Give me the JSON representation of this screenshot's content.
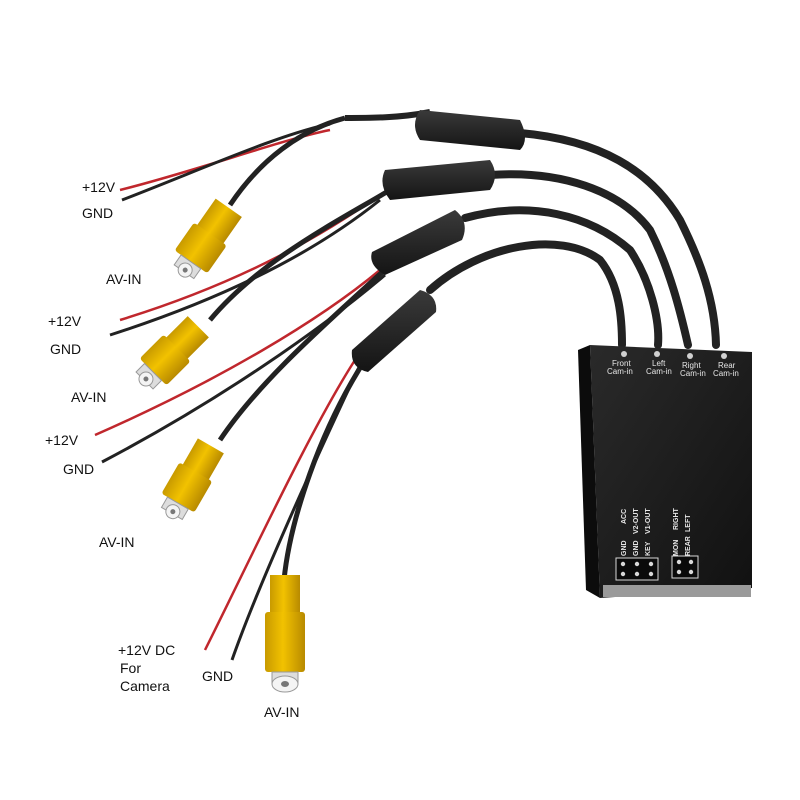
{
  "labels": {
    "c1": {
      "v12": "+12V",
      "gnd": "GND",
      "avin": "AV-IN"
    },
    "c2": {
      "v12": "+12V",
      "gnd": "GND",
      "avin": "AV-IN"
    },
    "c3": {
      "v12": "+12V",
      "gnd": "GND",
      "avin": "AV-IN"
    },
    "c4": {
      "v12_line1": "+12V DC",
      "v12_line2": "For",
      "v12_line3": "Camera",
      "gnd": "GND",
      "avin": "AV-IN"
    }
  },
  "box": {
    "inputs": [
      {
        "line1": "Front",
        "line2": "Cam-in"
      },
      {
        "line1": "Left",
        "line2": "Cam-in"
      },
      {
        "line1": "Right",
        "line2": "Cam-in"
      },
      {
        "line1": "Rear",
        "line2": "Cam-in"
      }
    ],
    "pins_left": [
      "GND",
      "ACC",
      "GND",
      "V2-OUT",
      "KEY",
      "V1-OUT"
    ],
    "pins_right": [
      "MON",
      "RIGHT",
      "REAR",
      "LEFT"
    ]
  },
  "colors": {
    "cable": "#2a2a2a",
    "red_wire": "#c0272d",
    "rca_yellow": "#e8b800",
    "box": "#1b1b1b"
  }
}
